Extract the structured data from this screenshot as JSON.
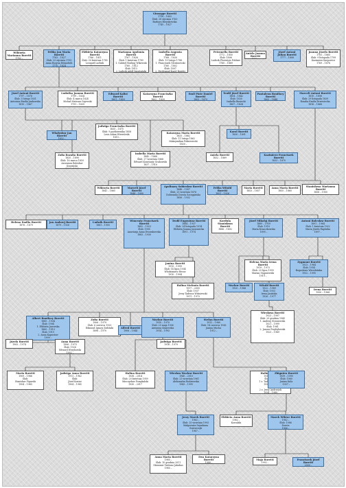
{
  "nodes": [
    {
      "id": "root",
      "male": true,
      "name": "Giuseppe Boretti",
      "lines": [
        "1738 – 1803",
        "Ślub: 28 stycznia 1763",
        "Barbara Brzyskowska",
        "1745 – 1827"
      ]
    },
    {
      "id": "g1a",
      "male": false,
      "name": "Wiktoria Marianna Boretti",
      "lines": [
        "1762 –"
      ]
    },
    {
      "id": "g1b",
      "male": true,
      "name": "Feliks Jan Maria Boretti",
      "lines": [
        "1763 – 1827",
        "Ślub: 23 stycznia 1795",
        "Anna Rozyna Henneböh",
        "1770 – 1824"
      ]
    },
    {
      "id": "g1c",
      "male": false,
      "name": "Elżbieta Katarzyna Boretti",
      "lines": [
        "1766 – 1811",
        "Ślub: 30 kwietnia 1785",
        "Leonard Ludwik Rastygo",
        "1760 – 1823"
      ]
    },
    {
      "id": "g1d",
      "male": false,
      "name": "Marianna Apolonia Boretti",
      "lines": [
        "1767 – 1826",
        "Ślub: 1 kwietnia 1789",
        "1. Gabriel Rosling Wikowski",
        "1760 – 1812",
        "Ślub: 1813",
        "2. Ludwik Adolf Smietański",
        "1758 – 1824"
      ]
    },
    {
      "id": "g1e",
      "male": false,
      "name": "Izabella Augusta Boretti",
      "lines": [
        "1768 – 1830",
        "Ślub: 13 lutego 1788",
        "1. Franciszek Glowinowski",
        "1760 – 1802",
        "Ślub: 1807",
        "2. Ferdynand Karol Boretti",
        "1763 – 1839"
      ]
    },
    {
      "id": "g1f",
      "male": false,
      "name": "Petronella Boretti",
      "lines": [
        "1772 – 1850",
        "Ślub: 1806",
        "Ludwik Florentyn Pohlner",
        "1760 – 1889"
      ]
    },
    {
      "id": "g1g",
      "male": false,
      "name": "Aniela Joanna Boretti",
      "lines": [
        "1775 –"
      ]
    },
    {
      "id": "g1h",
      "male": true,
      "name": "Józef Antoni Julian Boretti",
      "lines": [
        "1777 – 1808"
      ]
    },
    {
      "id": "g1i",
      "male": false,
      "name": "Joanna Józefa Boretti",
      "lines": [
        "1781 – 1865",
        "Ślub: 9 listopada 1799",
        "Kazimierz Karpowicz",
        "1769 – 1876"
      ]
    },
    {
      "id": "g2a",
      "male": true,
      "name": "Józef Antoni Boretti",
      "lines": [
        "1797 – 1876",
        "Ślub: 3 lutego 1831",
        "Antonina Emilia Jankowska",
        "1810 – 1867"
      ]
    },
    {
      "id": "g2b",
      "male": false,
      "name": "Ludwika Joanna Boretti",
      "lines": [
        "1799 – 1834",
        "Ślub: 4 marca 1824",
        "Michał Mateusz Gajewski",
        "1791 – 1839"
      ]
    },
    {
      "id": "g2c",
      "male": true,
      "name": "Edward Kalist Boretti",
      "lines": [
        "1801 – 1859"
      ]
    },
    {
      "id": "g2d",
      "male": false,
      "name": "Katarzyna Franciszka Boretti",
      "lines": [
        "1802 – 1839"
      ]
    },
    {
      "id": "g2e",
      "male": true,
      "name": "Emil Piotr Daniel Boretti",
      "lines": [
        "1803 – 1879"
      ]
    },
    {
      "id": "g2f",
      "male": true,
      "name": "Teofil Józef Boretti",
      "lines": [
        "1804 – 1842",
        "Ślub: 1830",
        "Izabella Rusiecki",
        "1807 – 1834"
      ]
    },
    {
      "id": "g2g",
      "male": true,
      "name": "Pantaleon Bonifacy Boretti",
      "lines": [
        "1805 – 1844"
      ]
    },
    {
      "id": "g2h",
      "male": true,
      "name": "Marceli Antoni Boretti",
      "lines": [
        "1810 – 1896",
        "Ślub: 29 listopada 1839",
        "Rozalia Emilia Drzewiecka",
        "1816 – 1868"
      ]
    },
    {
      "id": "g3a",
      "male": true,
      "name": "Władysław Jan Boretti",
      "lines": [
        "1832 –"
      ]
    },
    {
      "id": "g3b",
      "male": false,
      "name": "Jadwiga Franciszka Boretti",
      "lines": [
        "1835 – 1875",
        "Ślub: 9 października 1858",
        "Leon Adam Wiewiórski",
        "1815 –"
      ]
    },
    {
      "id": "g3c",
      "male": false,
      "name": "Zofia Rozalia Boretti",
      "lines": [
        "1835 – 1890",
        "Ślub: 16 marca 1859",
        "Arseniusz Bolesław Krzyżński",
        "1830 – 1899"
      ]
    },
    {
      "id": "g3d",
      "male": false,
      "name": "Izabella Maria Boretti",
      "lines": [
        "1842 – 1868",
        "Ślub: 27 września 1866",
        "Edward Konstanty Grabowski",
        "1837 – 1910"
      ]
    },
    {
      "id": "g3e",
      "male": false,
      "name": "Katarzyna Maria Boretti",
      "lines": [
        "1833 – 1862",
        "Ślub: 11 lutego 1862",
        "Maksymilian Pokrowiecki",
        "1830 –"
      ]
    },
    {
      "id": "g3f",
      "male": true,
      "name": "Karol Boretti",
      "lines": [
        "1830 – 1891"
      ]
    },
    {
      "id": "g3g",
      "male": false,
      "name": "Aniela Boretti",
      "lines": [
        "1832 – 1869"
      ]
    },
    {
      "id": "g3h",
      "male": true,
      "name": "Kazimierz Franciszek Boretti",
      "lines": [
        "1833 – 1870"
      ]
    },
    {
      "id": "g3i",
      "male": false,
      "name": "Wiktoria Boretti",
      "lines": [
        "1841 – 1865"
      ]
    },
    {
      "id": "g3j",
      "male": true,
      "name": "Marceli Józef Boretti",
      "lines": [
        "1844 – 1890"
      ]
    },
    {
      "id": "g3k",
      "male": true,
      "name": "Apolinary Sobiesław Boretti",
      "lines": [
        "1848 – 1907",
        "Ślub: 25 września 1876",
        "Dobromila Dorota Szczygińska",
        "1856 – 1932"
      ]
    },
    {
      "id": "g3l",
      "male": true,
      "name": "Feliks Witold Boretti",
      "lines": [
        "1851 – 1926"
      ]
    },
    {
      "id": "g3m",
      "male": false,
      "name": "Maria Boretti",
      "lines": [
        "1853 – 1857"
      ]
    },
    {
      "id": "g3n",
      "male": false,
      "name": "Anna Maria Boretti",
      "lines": [
        "1855 – 1860"
      ]
    },
    {
      "id": "g3o",
      "male": false,
      "name": "Stanisława Marianna Boretti",
      "lines": [
        "1858 – 1905"
      ]
    },
    {
      "id": "g4a",
      "male": false,
      "name": "Helena Emilia Boretti",
      "lines": [
        "1878 – 1879"
      ]
    },
    {
      "id": "g4b",
      "male": true,
      "name": "Jan Andrzej Boretti",
      "lines": [
        "1879 – 1926"
      ]
    },
    {
      "id": "g4c",
      "male": true,
      "name": "Ludwik Boretti",
      "lines": [
        "1881 – 1905"
      ]
    },
    {
      "id": "g4d",
      "male": true,
      "name": "Wincenty Franciszek Boretti",
      "lines": [
        "1882 – 1923",
        "Ślub: 1905",
        "Anastazja Anna Dworakowska",
        "1883 – 1930"
      ]
    },
    {
      "id": "g4e",
      "male": true,
      "name": "Teofil Eugeniusz Boretti",
      "lines": [
        "1884 – 1937",
        "Ślub: 24 listopada 1914",
        "Elżbieta Joanna Jasieniecka",
        "1891 – 1974"
      ]
    },
    {
      "id": "g4f",
      "male": false,
      "name": "Kordula Stanisława Boretti",
      "lines": [
        "1886 – 1892"
      ]
    },
    {
      "id": "g4g",
      "male": true,
      "name": "Józef Mikołaj Boretti",
      "lines": [
        "1889 – 1939",
        "Ślub: 1918",
        "Maria Krzaczkowska",
        "1895 –"
      ]
    },
    {
      "id": "g4h",
      "male": true,
      "name": "Antoni Bolesław Boretti",
      "lines": [
        "1891 – 1964",
        "Ślub: 1 kwietnia 1922",
        "Maria Józefa Fagińska",
        "1897 –"
      ]
    },
    {
      "id": "g5a",
      "male": false,
      "name": "Janina Boretti",
      "lines": [
        "1915 – 1999",
        "Ślub: 14 lipca 1934",
        "Włodzimierz Hesse",
        "1910 – 1994"
      ]
    },
    {
      "id": "g5b",
      "male": false,
      "name": "Halina Stefania Boretti",
      "lines": [
        "1917 – 2005",
        "Ślub: 1937",
        "Jerzy Tadeusz Wiśniewski",
        "1911 – 1973"
      ]
    },
    {
      "id": "g5c",
      "male": false,
      "name": "Helena Maria Irena Boretti",
      "lines": [
        "1919 – 1973",
        "Ślub: 23 lipca 1939",
        "Marian Stępniewski",
        "1919 –"
      ]
    },
    {
      "id": "g5d",
      "male": true,
      "name": "Wacław Boretti",
      "lines": [
        "1920 – 1944"
      ]
    },
    {
      "id": "g5e",
      "male": true,
      "name": "Witold Boretti",
      "lines": [
        "1922 – 1989",
        "Ślub: 1953",
        "Irena Jasińska",
        "1926 – 1977"
      ]
    },
    {
      "id": "g5f",
      "male": true,
      "name": "Zygmunt Boretti",
      "lines": [
        "1923 – 1964",
        "Ślub: 1954",
        "Bogusława Wierzbińska",
        "1932 – 1995"
      ]
    },
    {
      "id": "g5g",
      "male": false,
      "name": "Irena Boretti",
      "lines": [
        "1930 – 1964"
      ]
    },
    {
      "id": "g5h",
      "male": false,
      "name": "Wiesława Boretti",
      "lines": [
        "1923 – 1997",
        "Ślub: 29 grudnia 1945",
        "1. Andrzej Stroniewski",
        "1921 – 1999",
        "Ślub: 1961",
        "2. Janusz Przybyłowski",
        "1923 – 1969"
      ]
    },
    {
      "id": "g5i",
      "male": true,
      "name": "Albert Bonifacy Boretti",
      "lines": [
        "1885 – 1934",
        "Ślub: 1904",
        "1. Elżbieta Jaworska",
        "1885 – 1913",
        "Ślub: 1919",
        "2. Anna Kapustow",
        "1890 –"
      ]
    },
    {
      "id": "g5j",
      "male": false,
      "name": "Zofia Boretti",
      "lines": [
        "1906 – 1979",
        "Ślub: 6 czerwca 1925",
        "Edmund Ignacy Zieliński",
        "1898 – 1970"
      ]
    },
    {
      "id": "g5k",
      "male": true,
      "name": "Alfred Boretti",
      "lines": [
        "1908 – 1944"
      ]
    },
    {
      "id": "g5l",
      "male": true,
      "name": "Wacław Boretti",
      "lines": [
        "1910 – 1970",
        "Ślub: 25 maja 1936",
        "Antonina Krajewska",
        "1914 – 1993"
      ]
    },
    {
      "id": "g5m",
      "male": true,
      "name": "Stefan Boretti",
      "lines": [
        "1912 – 1980",
        "Ślub: 14 czerwca 1936",
        "Janina Mucha",
        "1912 –"
      ]
    },
    {
      "id": "g6a",
      "male": false,
      "name": "Józefa Boretti",
      "lines": [
        "1905 – 1974"
      ]
    },
    {
      "id": "g6b",
      "male": false,
      "name": "Anna Boretti",
      "lines": [
        "1906 – 1973",
        "Ślub: 1926",
        "Edward Wrzyborski",
        "1902 –"
      ]
    },
    {
      "id": "g6c",
      "male": false,
      "name": "Jadwiga Boretti",
      "lines": [
        "1916 – 1979"
      ]
    },
    {
      "id": "g6d",
      "male": false,
      "name": "Maria Boretti",
      "lines": [
        "1909 – 1986",
        "Ślub:",
        "Stanisław Figurski",
        "1904 – 1965"
      ]
    },
    {
      "id": "g6e",
      "male": false,
      "name": "Jadwiga Anna Boretti",
      "lines": [
        "1911 – 1962",
        "Ślub:",
        "Józef Konisz",
        "1904 – 1985"
      ]
    },
    {
      "id": "g6f",
      "male": false,
      "name": "Halina Boretti",
      "lines": [
        "1938 – 2014",
        "Ślub: 20 kwietnia 1959",
        "Mieczysław Pomykalski",
        "1930 – 2017"
      ]
    },
    {
      "id": "g6g",
      "male": true,
      "name": "Wiesław Wacław Boretti",
      "lines": [
        "1940 – 2010",
        "Ślub: 23 września 1961",
        "Aleksandra Rodziewska",
        "1943 – 1995"
      ]
    },
    {
      "id": "g6h",
      "male": false,
      "name": "Halina Boretti",
      "lines": [
        "1936 – 1968",
        "Ślub: 1957",
        "1 z. Tadeusz Wilczur",
        "1935 – 1969",
        "Ślub:",
        "2 z. Jerzy Andrzejuk",
        "1934 – 1989"
      ]
    },
    {
      "id": "g6i",
      "male": true,
      "name": "Zbigniew Boretti",
      "lines": [
        "1939 – 1995",
        "Ślub: 1960",
        "Janina Kula",
        "1937 –"
      ]
    },
    {
      "id": "g7a",
      "male": true,
      "name": "Jerzy Marek Boretti",
      "lines": [
        "1962 –",
        "Ślub: 25 września 1993",
        "Małgorzata Szymkuna Gontarczyk",
        "1967 –"
      ]
    },
    {
      "id": "g7b",
      "male": false,
      "name": "Elżbieta Anna Boretti",
      "lines": [
        "1962 –",
        "Kowalski"
      ]
    },
    {
      "id": "g7c",
      "male": true,
      "name": "Marek Wiktor Boretti",
      "lines": [
        "1962 –",
        "Ślub: 1986",
        "Dorota",
        "1966 –"
      ]
    },
    {
      "id": "g8a",
      "male": false,
      "name": "Anna Maria Boretti",
      "lines": [
        "1985 –",
        "Ślub: 10 grudnia 2011",
        "Sławomir Tadeusz Jakubas",
        "1985 –"
      ]
    },
    {
      "id": "g8b",
      "male": false,
      "name": "Ewa Katarzyna Boretti",
      "lines": [
        "1988 –"
      ]
    },
    {
      "id": "g8c",
      "male": false,
      "name": "Maja Boretti",
      "lines": [
        "1992 –"
      ]
    },
    {
      "id": "g8d",
      "male": true,
      "name": "Franciszek Józef Boretti",
      "lines": [
        "2000 –"
      ]
    }
  ]
}
